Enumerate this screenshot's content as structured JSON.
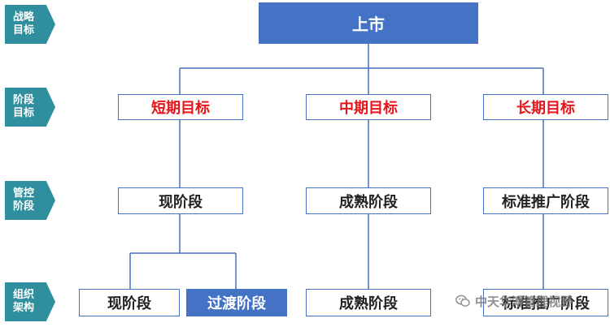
{
  "row_labels": {
    "strategy": [
      "战略",
      "目标"
    ],
    "stage": [
      "阶段",
      "目标"
    ],
    "control": [
      "管控",
      "阶段"
    ],
    "org": [
      "组织",
      "架构"
    ]
  },
  "root": "上市",
  "stage_goals": {
    "short": "短期目标",
    "mid": "中期目标",
    "long": "长期目标"
  },
  "control_stages": {
    "current": "现阶段",
    "mature": "成熟阶段",
    "promote": "标准推广阶段"
  },
  "org_structure": {
    "current": "现阶段",
    "transition": "过渡阶段",
    "mature": "成熟阶段",
    "promote": "标准推广阶段"
  },
  "watermark": "中天华溥管理视野",
  "colors": {
    "connector": "#4472c4",
    "box_border": "#4472c4",
    "filled_box": "#4472c4",
    "row_label": "#2f8f9e",
    "goal_text": "#e8141b"
  }
}
